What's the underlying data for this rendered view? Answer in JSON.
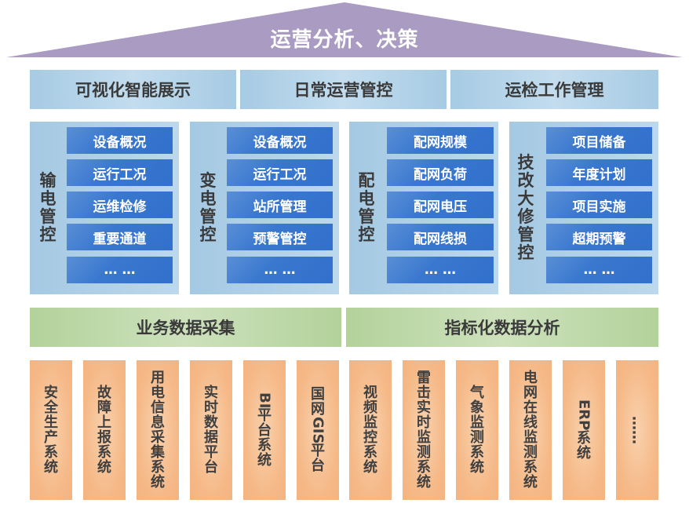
{
  "roof": {
    "title": "运营分析、决策",
    "color": "#a99bc1"
  },
  "top_bands": [
    {
      "label": "可视化智能展示"
    },
    {
      "label": "日常运营管控"
    },
    {
      "label": "运检工作管理"
    }
  ],
  "panels": [
    {
      "title": "输电管控",
      "items": [
        "设备概况",
        "运行工况",
        "运维检修",
        "重要通道",
        "… …"
      ]
    },
    {
      "title": "变电管控",
      "items": [
        "设备概况",
        "运行工况",
        "站所管理",
        "预警管控",
        "… …"
      ]
    },
    {
      "title": "配电管控",
      "items": [
        "配网规模",
        "配网负荷",
        "配网电压",
        "配网线损",
        "… …"
      ]
    },
    {
      "title": "技改大修管控",
      "items": [
        "项目储备",
        "年度计划",
        "项目实施",
        "超期预警",
        "… …"
      ]
    }
  ],
  "mid_bands": [
    {
      "label": "业务数据采集"
    },
    {
      "label": "指标化数据分析"
    }
  ],
  "systems": [
    {
      "label": "安全生产系统"
    },
    {
      "label": "故障上报系统"
    },
    {
      "label": "用电信息采集系统"
    },
    {
      "label": "实时数据平台"
    },
    {
      "label": "BI平台系统"
    },
    {
      "label": "国网GIS平台"
    },
    {
      "label": "视频监控系统"
    },
    {
      "label": "雷击实时监测系统"
    },
    {
      "label": "气象监测系统"
    },
    {
      "label": "电网在线监测系统"
    },
    {
      "label": "ERP系统"
    },
    {
      "label": "……"
    }
  ],
  "colors": {
    "roof": "#a99bc1",
    "blue_band": "#b4d3ea",
    "item": "#3a78cf",
    "green_band": "#c0d9ab",
    "system": "#f5b886"
  }
}
